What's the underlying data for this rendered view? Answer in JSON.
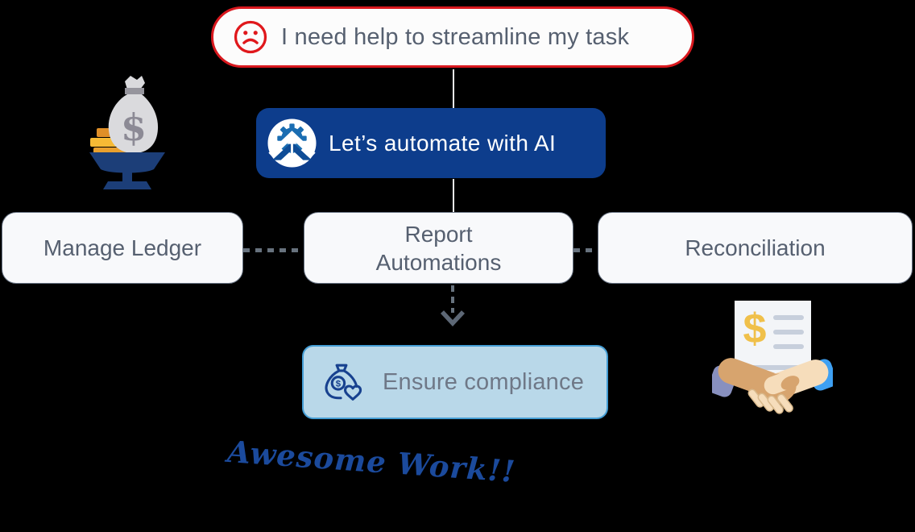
{
  "colors": {
    "bg": "#000000",
    "accent-red": "#d9181e",
    "navy": "#0d3d8c",
    "node-border": "#6a7585",
    "node-bg": "#f8f9fb",
    "node-text": "#566070",
    "dash": "#67727e",
    "compliance-bg": "#b9d8e9",
    "compliance-border": "#449dd4",
    "compliance-text": "#6f7887",
    "script-blue": "#1b4a9c",
    "line": "#eef0f0"
  },
  "bubble": {
    "text": "I need help to streamline my task"
  },
  "automate_button": {
    "label": "Let’s automate with AI"
  },
  "nodes": [
    {
      "label": "Manage Ledger"
    },
    {
      "label": "Report\nAutomations"
    },
    {
      "label": "Reconciliation"
    }
  ],
  "compliance": {
    "label": "Ensure compliance"
  },
  "note": {
    "text": "Awesome Work!!"
  }
}
